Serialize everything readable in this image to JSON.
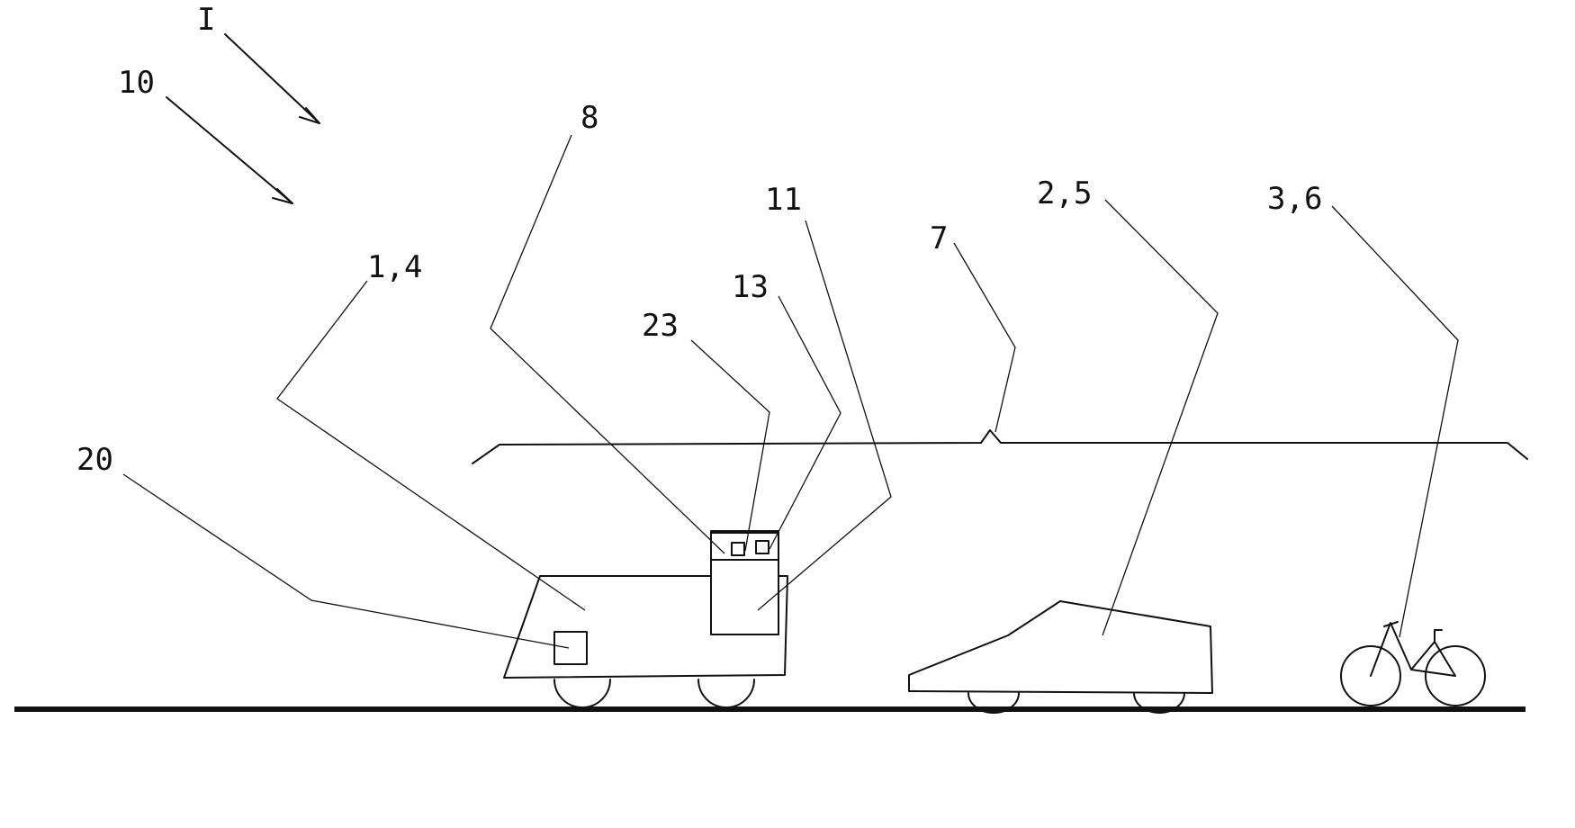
{
  "figure": {
    "labels": {
      "I": "I",
      "l10": "10",
      "l8": "8",
      "l11": "11",
      "l25": "2,5",
      "l36": "3,6",
      "l7": "7",
      "l13": "13",
      "l23": "23",
      "l14": "1,4",
      "l20": "20"
    },
    "colors": {
      "ink": "#111111",
      "background": "#ffffff"
    }
  }
}
